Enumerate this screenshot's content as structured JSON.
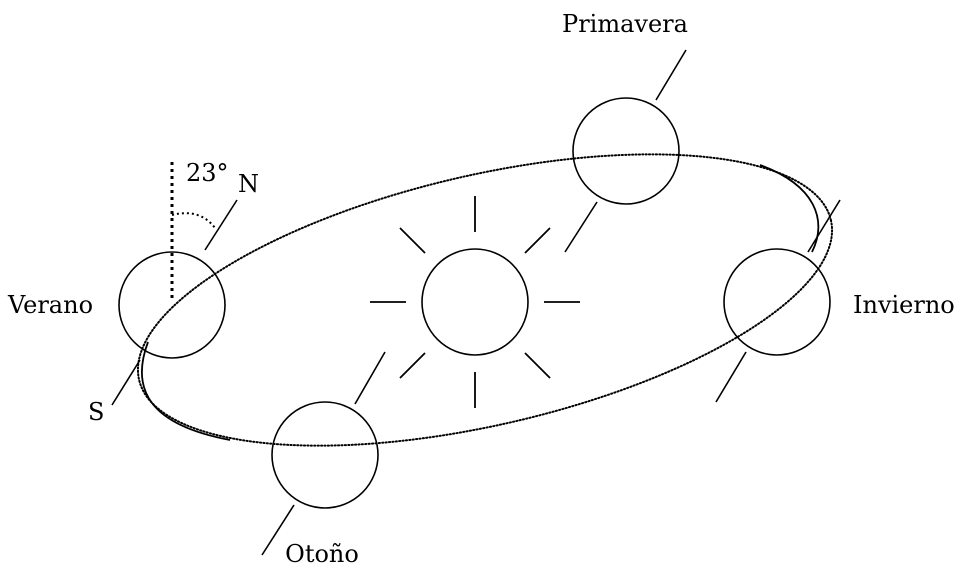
{
  "labels": {
    "primavera": "Primavera",
    "verano": "Verano",
    "invierno": "Invierno",
    "otono": "Otoño",
    "north": "N",
    "south": "S",
    "angle": "23°"
  }
}
